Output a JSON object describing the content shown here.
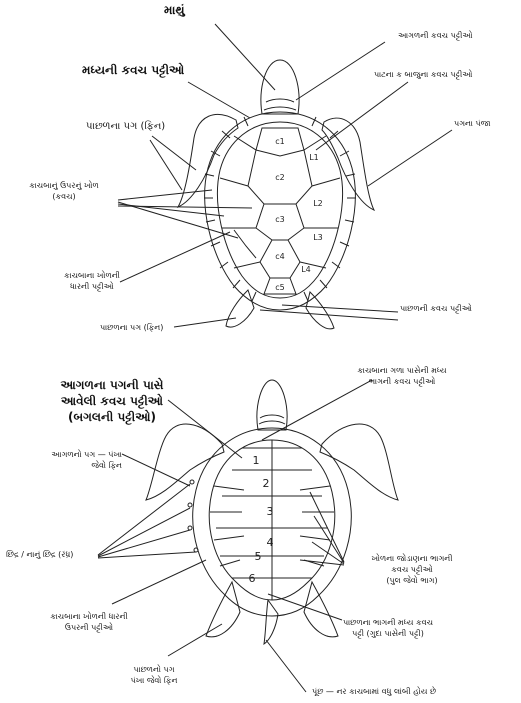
{
  "top": {
    "head": "માથું",
    "front_scute": "આગળની કવચ પટ્ટીઓ",
    "middle_scutes": "મધ્યની કવચ પટ્ટીઓ",
    "side_scutes": "પાટના ક બાજુના કવચ પટ્ટીઓ",
    "rear_flipper_top": "પાછળના પગ (ફિન)",
    "foot": "પગના પંજા",
    "carapace": [
      "કાચબાનું ઉપરનું ખોળ",
      "(કવચ)"
    ],
    "marginal": [
      "કાચબાના ખોળની",
      "ધારની પટ્ટીઓ"
    ],
    "rear_scute": "પાછળની કવચ પટ્ટીઓ",
    "rear_flipper_bottom": "પાછળના પગ (ફિન)",
    "shell_codes": {
      "c1": "c1",
      "c2": "c2",
      "c3": "c3",
      "c4": "c4",
      "c5": "c5",
      "l1": "L1",
      "l2": "L2",
      "l3": "L3",
      "l4": "L4"
    }
  },
  "bottom": {
    "axillary": [
      "આગળના પગની પાસે",
      "આવેલી કવચ પટ્ટીઓ",
      "(બગલની પટ્ટીઓ)"
    ],
    "gular": [
      "કાચબાના ગળા પાસેની મધ્ય",
      "ભાગની કવચ પટ્ટીઓ"
    ],
    "front_flipper": [
      "આગળનો પગ — પંખા",
      "જેવો ફિન"
    ],
    "pores": "છિદ્ર / નાનું છિદ્ર (રંધ્ર)",
    "bridge": [
      "ખોળના જોડાણના ભાગની",
      "કવચ પટ્ટીઓ",
      "(પુલ જેવો ભાગ)"
    ],
    "marginal_under": [
      "કાચબાના ખોળની ધારની",
      "ઉપરની પટ્ટીઓ"
    ],
    "anal": [
      "પાછળના ભાગની મધ્ય કવચ",
      "પટ્ટી (ગુદા પાસેની પટ્ટી)"
    ],
    "rear_flipper": [
      "પાછળનો પગ",
      "પંખા જેવો ફિન"
    ],
    "tail": "પૂંછ — નર કાચબામાં વધુ લાંબી હોય છે",
    "plastron_numbers": [
      "1",
      "2",
      "3",
      "4",
      "5",
      "6"
    ]
  }
}
